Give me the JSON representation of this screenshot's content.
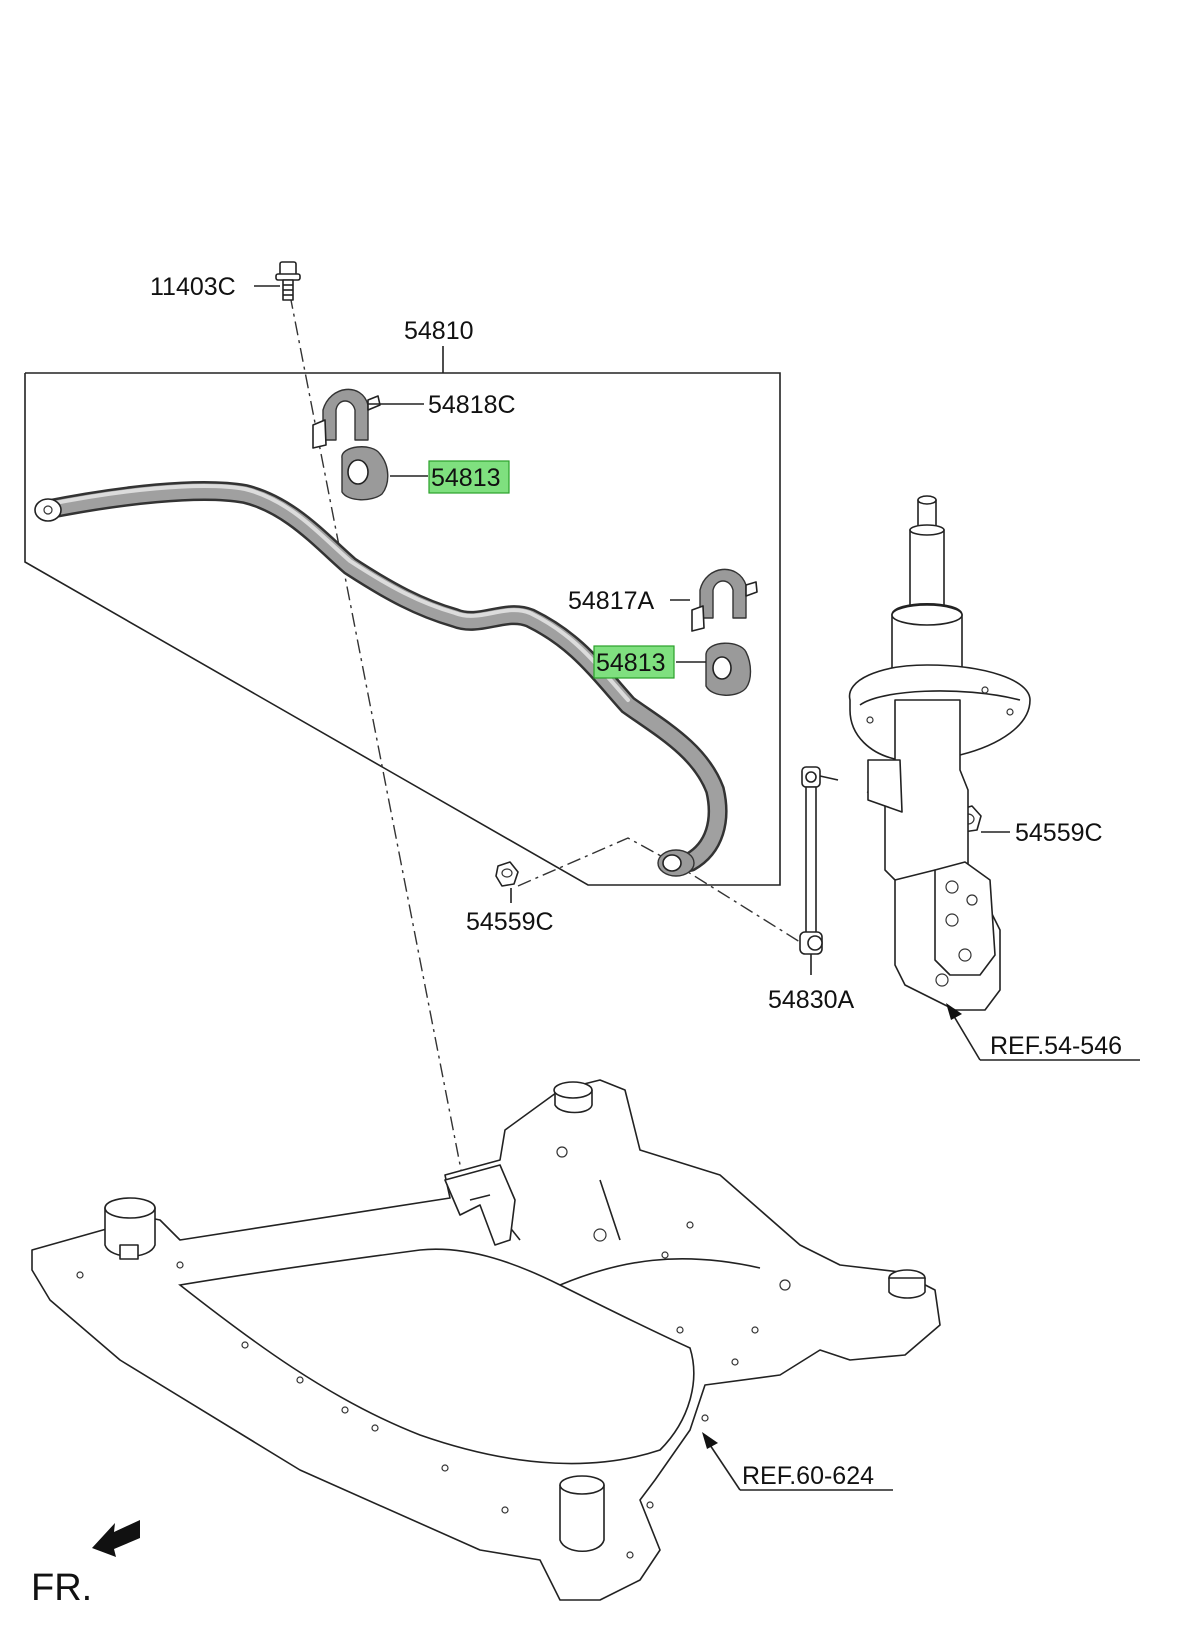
{
  "labels": {
    "bolt": "11403C",
    "assembly": "54810",
    "bracket_c": "54818C",
    "bushing_upper": "54813",
    "bracket_a": "54817A",
    "bushing_lower": "54813",
    "nut_right": "54559C",
    "nut_left": "54559C",
    "link": "54830A",
    "ref_strut": "REF.54-546",
    "ref_subframe": "REF.60-624",
    "front": "FR."
  },
  "highlight_color": "#7fe07f"
}
